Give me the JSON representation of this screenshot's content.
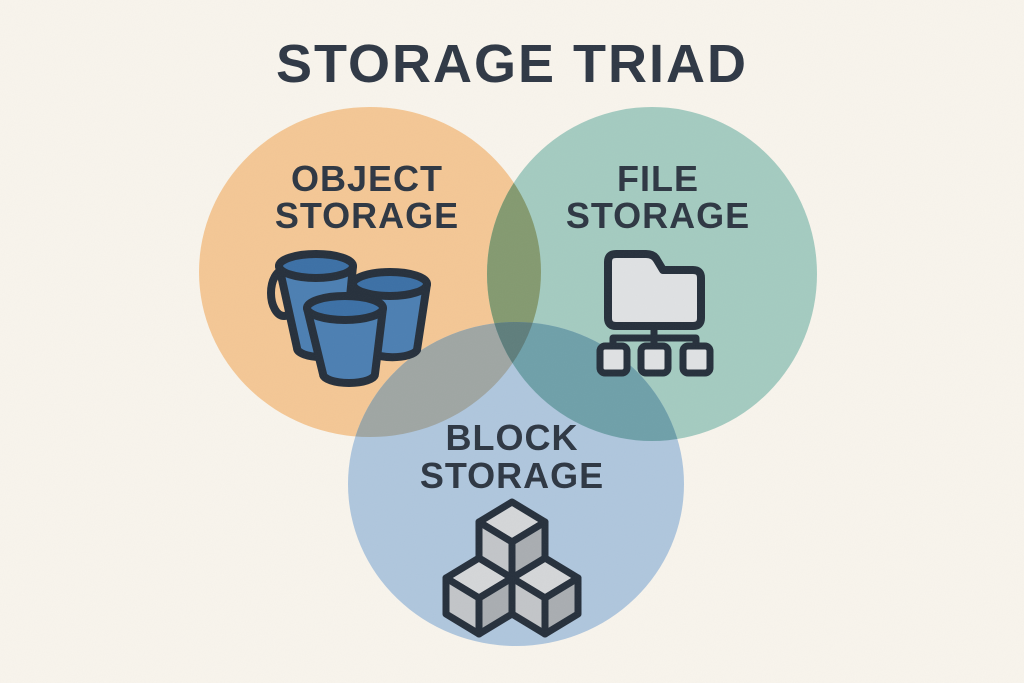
{
  "title": "STORAGE TRIAD",
  "background_color": "#F8F4EC",
  "title_color": "#2F3845",
  "label_color": "#2E3743",
  "venn": {
    "circles": [
      {
        "id": "object",
        "label_lines": [
          "OBJECT",
          "STORAGE"
        ],
        "color": "#F4C795",
        "icon": "buckets-icon"
      },
      {
        "id": "file",
        "label_lines": [
          "FILE",
          "STORAGE"
        ],
        "color": "#A4CBC0",
        "icon": "folder-tree-icon"
      },
      {
        "id": "block",
        "label_lines": [
          "BLOCK",
          "STORAGE"
        ],
        "color": "#AFC6DD",
        "icon": "cubes-icon"
      }
    ],
    "overlap_colors": {
      "object_file": "#849A70",
      "object_block": "#9FA6A3",
      "file_block": "#6FA0A9",
      "center": "#5F7E7C"
    }
  },
  "icon_colors": {
    "outline": "#26303C",
    "bucket_body": "#4C7FB2",
    "bucket_rim": "#3C70A6",
    "folder_fill": "#DFE1E3",
    "cube_top": "#D4D6D8",
    "cube_left": "#C2C5C8",
    "cube_right": "#A9ADB1"
  }
}
